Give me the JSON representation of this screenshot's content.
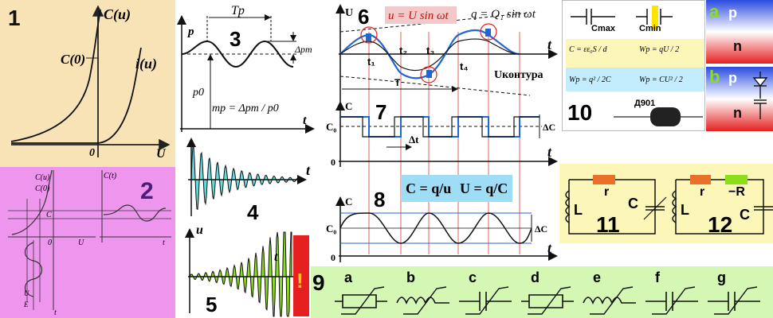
{
  "panels": {
    "p1": {
      "number": "1",
      "y_label": "C(u)",
      "c0_label": "C(0)",
      "i_label": "i(u)",
      "origin": "0",
      "x_label": "U"
    },
    "p2": {
      "number": "2",
      "cu_label": "C(u)",
      "c0_label": "C(0)",
      "ct_label": "C(t)",
      "c_label": "C",
      "u_label": "U",
      "t_label": "t",
      "zero": "0",
      "u_small": "U",
      "e_small": "E"
    },
    "p3": {
      "number": "3",
      "period_label": "Tp",
      "y_label": "p",
      "p0_label": "p0",
      "dpm_label": "Δpm",
      "t_label": "t",
      "formula": "mp = Δpm / p0"
    },
    "p4": {
      "number": "4",
      "t_label": "t"
    },
    "p5": {
      "number": "5",
      "y_label": "u",
      "t_label": "t",
      "warning": "!"
    },
    "p6": {
      "number": "6",
      "u_axis": "U",
      "t_axis": "t",
      "eq_u": "u = U sin ωt",
      "eq_q": "q = Q₁ sin ωt",
      "t1": "t₁",
      "t2": "t₂",
      "t3": "t₃",
      "t4": "t₄",
      "period": "T",
      "contour": "Uконтура"
    },
    "p7": {
      "number": "7",
      "c_axis": "C",
      "c0": "C₀",
      "zero": "0",
      "t_axis": "t",
      "dt": "Δt",
      "dc": "ΔC"
    },
    "p8": {
      "number": "8",
      "formula_c": "C = q/u",
      "formula_u": "U = q/C",
      "c_axis": "C",
      "c0": "C₀",
      "zero": "0",
      "t_axis": "t",
      "dc": "ΔC"
    },
    "p9": {
      "number": "9",
      "labels": [
        "a",
        "b",
        "c",
        "d",
        "e",
        "f",
        "g"
      ]
    },
    "p10": {
      "number": "10",
      "cmax": "Cmax",
      "cmin": "Cmin",
      "f_c": "C = εε₀S / d",
      "f_wp1": "Wp = qU / 2",
      "f_wp2": "Wp = q² / 2C",
      "f_wp3": "Wp = CU² / 2",
      "part": "Д901",
      "letter_a": "a",
      "letter_b": "b",
      "p": "p",
      "n": "n"
    },
    "p11": {
      "number": "11",
      "r": "r",
      "l": "L",
      "c": "C"
    },
    "p12": {
      "number": "12",
      "r": "r",
      "neg_r": "−R",
      "l": "L",
      "c": "C"
    }
  },
  "colors": {
    "beige": "#f8e3b7",
    "pink": "#ee96ee",
    "green": "#d4f7b4",
    "lightyellow": "#fcf6b9",
    "cyan": "#64dcdc",
    "lime": "#8bdf1a",
    "red": "#e62020",
    "blue": "#1d5ad4"
  }
}
